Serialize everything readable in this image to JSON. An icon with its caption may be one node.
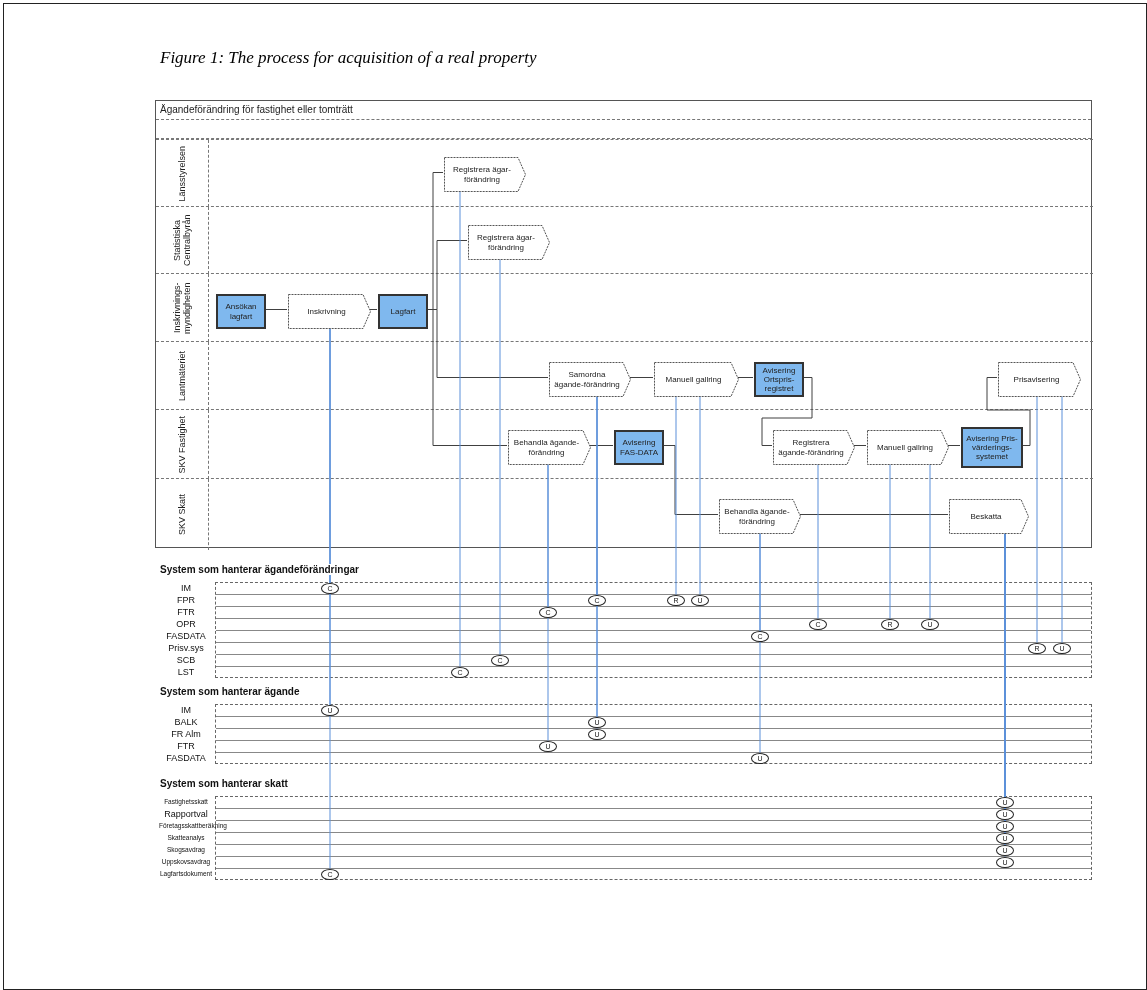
{
  "diagram": {
    "title": "Figure 1: The process for acquisition of a real property",
    "nodes": [
      {
        "text": [
          "Ägandeförändring för fastighet eller tomträtt"
        ]
      },
      {
        "text": [
          "Länsstyrelsen"
        ],
        "in": 0
      },
      {
        "text": [
          "Statistiska Centralbyrån"
        ],
        "in": 0
      },
      {
        "text": [
          "Inskrivnings-myndigheten"
        ],
        "in": 0
      },
      {
        "text": [
          "Lantmäteriet"
        ],
        "in": 0
      },
      {
        "text": [
          "SKV Fastighet"
        ],
        "in": 0
      },
      {
        "text": [
          "SKV Skatt"
        ],
        "in": 0
      },
      {
        "text": [
          "Registrera ägar-förändring"
        ],
        "in": 1
      },
      {
        "text": [
          "Registrera ägar-förändring"
        ],
        "in": 2
      },
      {
        "text": [
          "Ansökan lagfart"
        ],
        "in": 3
      },
      {
        "text": [
          "Inskrivning"
        ],
        "in": 3
      },
      {
        "text": [
          "Lagfart"
        ],
        "in": 3
      },
      {
        "text": [
          "Samordna ägande-förändring"
        ],
        "in": 4
      },
      {
        "text": [
          "Manuell gallring"
        ],
        "in": 4
      },
      {
        "text": [
          "Avisering Ortspris-registret"
        ],
        "in": 4
      },
      {
        "text": [
          "Prisavisering"
        ],
        "in": 4
      },
      {
        "text": [
          "Behandla ägande-förändring"
        ],
        "in": 5
      },
      {
        "text": [
          "Avisering FAS-DATA"
        ],
        "in": 5
      },
      {
        "text": [
          "Registrera ägande-förändring"
        ],
        "in": 5
      },
      {
        "text": [
          "Manuell gallring"
        ],
        "in": 5
      },
      {
        "text": [
          "Avisering Pris-värderings-systemet"
        ],
        "in": 5
      },
      {
        "text": [
          "Behandla ägande-förändring"
        ],
        "in": 6
      },
      {
        "text": [
          "Beskatta"
        ],
        "in": 6
      },
      {
        "text": [
          "System som hanterar ägandeförändringar"
        ]
      },
      {
        "text": [
          "C"
        ],
        "in": 23
      },
      {
        "text": [
          "C"
        ],
        "in": 23
      },
      {
        "text": [
          "R"
        ],
        "in": 23
      },
      {
        "text": [
          "U"
        ],
        "in": 23
      },
      {
        "text": [
          "C"
        ],
        "in": 23
      },
      {
        "text": [
          "C"
        ],
        "in": 23
      },
      {
        "text": [
          "R"
        ],
        "in": 23
      },
      {
        "text": [
          "U"
        ],
        "in": 23
      },
      {
        "text": [
          "C"
        ],
        "in": 23
      },
      {
        "text": [
          "R"
        ],
        "in": 23
      },
      {
        "text": [
          "U"
        ],
        "in": 23
      },
      {
        "text": [
          "C"
        ],
        "in": 23
      },
      {
        "text": [
          "C"
        ],
        "in": 23
      },
      {
        "text": [
          "System som hanterar ägande"
        ]
      },
      {
        "text": [
          "U"
        ],
        "in": 37
      },
      {
        "text": [
          "U"
        ],
        "in": 37
      },
      {
        "text": [
          "U"
        ],
        "in": 37
      },
      {
        "text": [
          "U"
        ],
        "in": 37
      },
      {
        "text": [
          "U"
        ],
        "in": 37
      },
      {
        "text": [
          "System som hanterar skatt"
        ]
      },
      {
        "text": [
          "U"
        ],
        "in": 43
      },
      {
        "text": [
          "U"
        ],
        "in": 43
      },
      {
        "text": [
          "U"
        ],
        "in": 43
      },
      {
        "text": [
          "U"
        ],
        "in": 43
      },
      {
        "text": [
          "U"
        ],
        "in": 43
      },
      {
        "text": [
          "U"
        ],
        "in": 43
      },
      {
        "text": [
          "C"
        ],
        "in": 43
      }
    ],
    "edges": [
      {
        "from": 9,
        "to": 10,
        "arrow": "none",
        "color": "#404040"
      },
      {
        "from": 10,
        "to": 11,
        "arrow": "none",
        "color": "#404040"
      },
      {
        "from": 11,
        "to": 7,
        "arrow": "none",
        "color": "#404040"
      },
      {
        "from": 11,
        "to": 8,
        "arrow": "none",
        "color": "#404040"
      },
      {
        "from": 11,
        "to": 12,
        "arrow": "none",
        "color": "#404040"
      },
      {
        "from": 11,
        "to": 16,
        "arrow": "none",
        "color": "#404040"
      },
      {
        "from": 12,
        "to": 13,
        "arrow": "none",
        "color": "#404040"
      },
      {
        "from": 13,
        "to": 14,
        "arrow": "none",
        "color": "#404040"
      },
      {
        "from": 14,
        "to": 18,
        "arrow": "none",
        "color": "#404040"
      },
      {
        "from": 16,
        "to": 17,
        "arrow": "none",
        "color": "#404040"
      },
      {
        "from": 17,
        "to": 21,
        "arrow": "none",
        "color": "#404040"
      },
      {
        "from": 18,
        "to": 19,
        "arrow": "none",
        "color": "#404040"
      },
      {
        "from": 19,
        "to": 20,
        "arrow": "none",
        "color": "#404040"
      },
      {
        "from": 20,
        "to": 15,
        "arrow": "none",
        "color": "#404040"
      },
      {
        "from": 21,
        "to": 22,
        "arrow": "none",
        "color": "#404040"
      },
      {
        "from": 10,
        "to": 24,
        "arrow": "none"
      },
      {
        "from": 10,
        "to": 38,
        "arrow": "none"
      },
      {
        "from": 10,
        "to": 50,
        "arrow": "none"
      },
      {
        "from": 7,
        "to": 36,
        "arrow": "none"
      },
      {
        "from": 8,
        "to": 35,
        "arrow": "none"
      },
      {
        "from": 16,
        "to": 28,
        "arrow": "none"
      },
      {
        "from": 16,
        "to": 41,
        "arrow": "none"
      },
      {
        "from": 12,
        "to": 25,
        "arrow": "none"
      },
      {
        "from": 12,
        "to": 39,
        "arrow": "none"
      },
      {
        "from": 12,
        "to": 40,
        "arrow": "none"
      },
      {
        "from": 13,
        "to": 26,
        "arrow": "none"
      },
      {
        "from": 13,
        "to": 27,
        "arrow": "none"
      },
      {
        "from": 21,
        "to": 32,
        "arrow": "none"
      },
      {
        "from": 21,
        "to": 42,
        "arrow": "none"
      },
      {
        "from": 18,
        "to": 29,
        "arrow": "none"
      },
      {
        "from": 19,
        "to": 30,
        "arrow": "none"
      },
      {
        "from": 19,
        "to": 31,
        "arrow": "none"
      },
      {
        "from": 22,
        "to": 44,
        "arrow": "none"
      },
      {
        "from": 22,
        "to": 45,
        "arrow": "none"
      },
      {
        "from": 22,
        "to": 46,
        "arrow": "none"
      },
      {
        "from": 22,
        "to": 47,
        "arrow": "none"
      },
      {
        "from": 22,
        "to": 48,
        "arrow": "none"
      },
      {
        "from": 22,
        "to": 49,
        "arrow": "none"
      },
      {
        "from": 15,
        "to": 33,
        "arrow": "none"
      },
      {
        "from": 15,
        "to": 34,
        "arrow": "none"
      }
    ],
    "labels": [
      "IM",
      "FPR",
      "FTR",
      "OPR",
      "FASDATA",
      "Prisv.sys",
      "SCB",
      "LST",
      "IM",
      "BALK",
      "FR Alm",
      "FTR",
      "FASDATA",
      "Fastighetsskatt",
      "Rapportval",
      "Företagsskattberäkning",
      "Skatteanalys",
      "Skogsavdrag",
      "Uppskovsavdrag",
      "Lagfartsdokument"
    ]
  }
}
